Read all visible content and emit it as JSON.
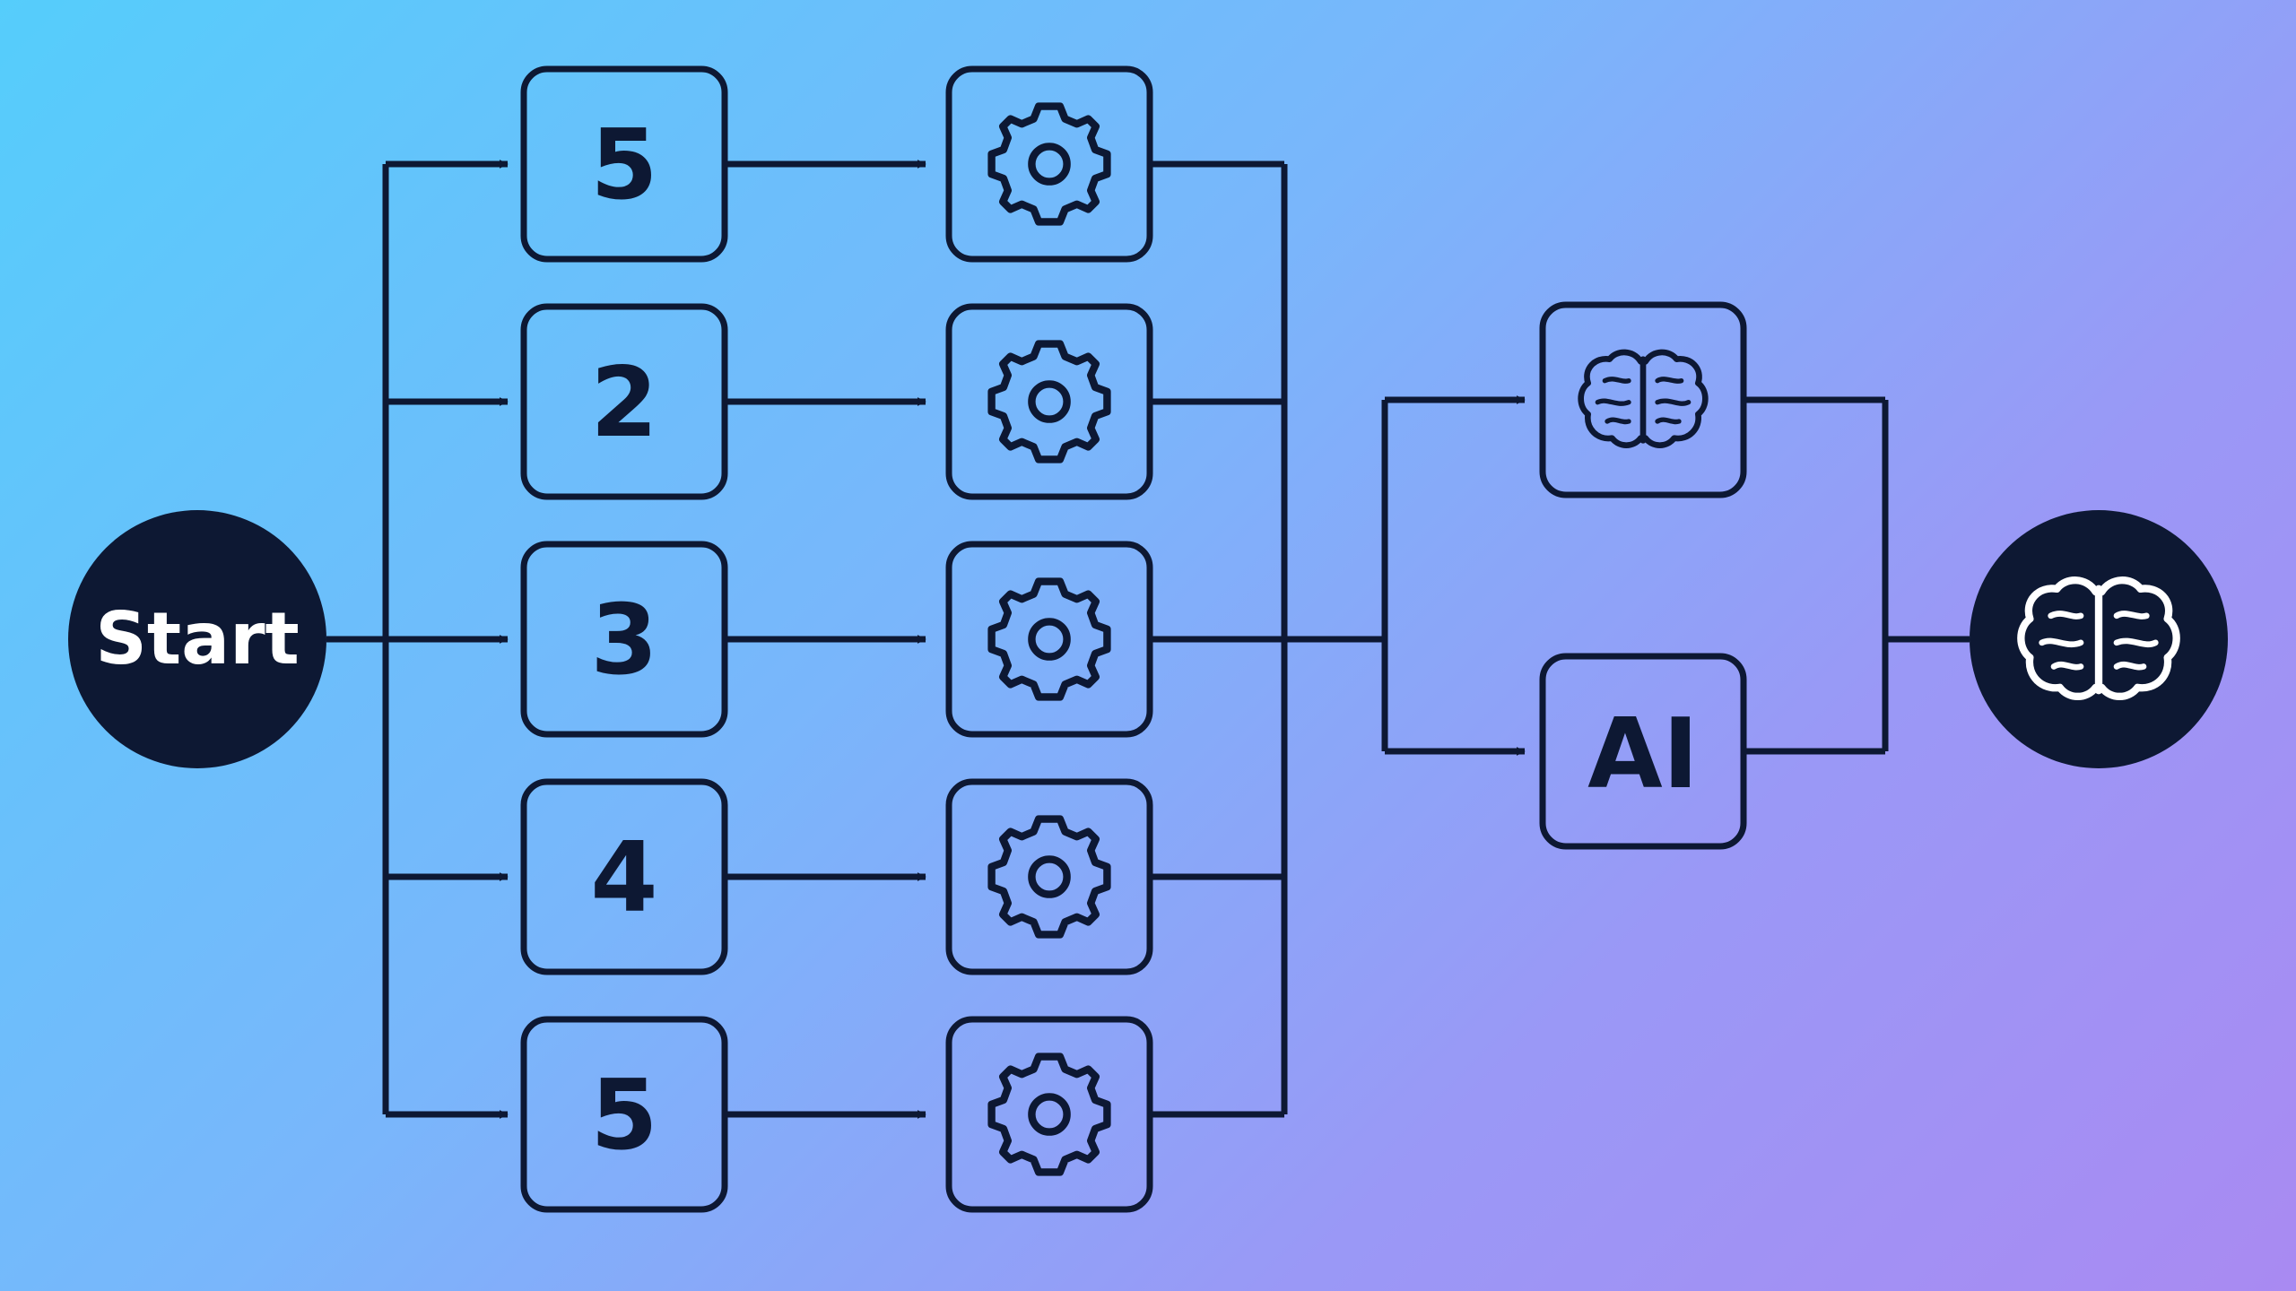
{
  "colors": {
    "ink": "#0d1833",
    "node_fill": "#0d1833",
    "node_text": "#ffffff",
    "box_stroke": "#0d1833"
  },
  "start": {
    "label": "Start"
  },
  "branches": [
    {
      "label": "5",
      "icon": "gear-icon"
    },
    {
      "label": "2",
      "icon": "gear-icon"
    },
    {
      "label": "3",
      "icon": "gear-icon"
    },
    {
      "label": "4",
      "icon": "gear-icon"
    },
    {
      "label": "5",
      "icon": "gear-icon"
    }
  ],
  "middle": {
    "top_icon": "brain-icon",
    "bottom_label": "AI"
  },
  "end": {
    "icon": "brain-icon"
  }
}
